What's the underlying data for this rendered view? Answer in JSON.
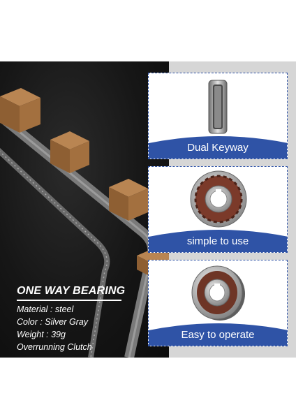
{
  "info": {
    "title": "ONE WAY BEARING",
    "specs": [
      "Material : steel",
      "Color : Silver Gray",
      "Weight : 39g",
      "Overrunning Clutch"
    ]
  },
  "cards": [
    {
      "label": "Dual Keyway",
      "icon": "bearing-side-view"
    },
    {
      "label": "simple to use",
      "icon": "bearing-front-view"
    },
    {
      "label": "Easy to operate",
      "icon": "bearing-angled-view"
    }
  ],
  "colors": {
    "accent_blue": "#2f53a6",
    "dark_background": "#121212",
    "gray_panel": "#d6d6d6",
    "box_brown": "#9a6a3e"
  }
}
